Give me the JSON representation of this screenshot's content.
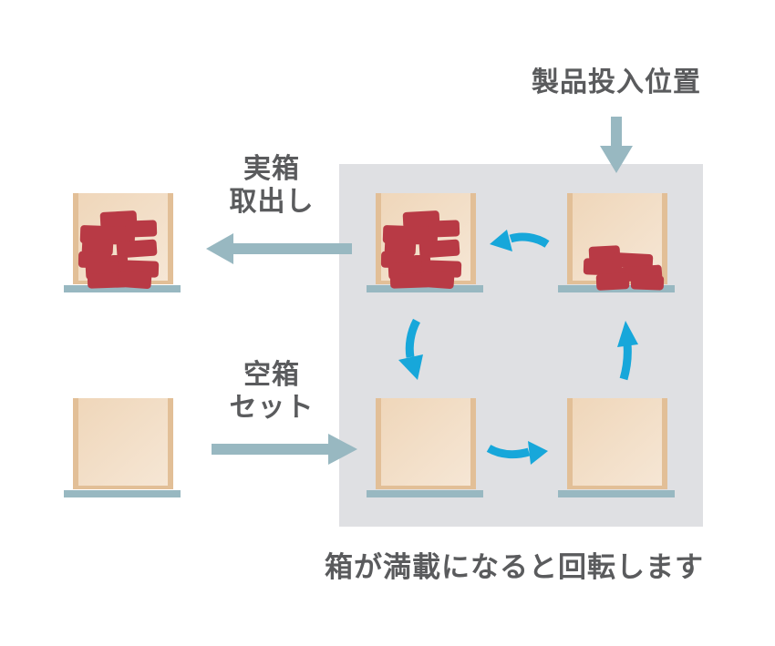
{
  "labels": {
    "product_input": "製品投入位置",
    "full_box_out_line1": "実箱",
    "full_box_out_line2": "取出し",
    "empty_box_set_line1": "空箱",
    "empty_box_set_line2": "セット",
    "caption": "箱が満載になると回転します"
  },
  "colors": {
    "panel": "#dfe0e3",
    "box_fill": "#f1dcc4",
    "box_wall": "#e2bf97",
    "platform": "#98b8c1",
    "product": "#b83a45",
    "flow_arrow": "#98b8c1",
    "rotate_arrow": "#17a7da",
    "text": "#5a5b5d"
  },
  "stations": [
    {
      "id": "outside-full",
      "state": "full"
    },
    {
      "id": "outside-empty",
      "state": "empty"
    },
    {
      "id": "rotor-top-left",
      "state": "full"
    },
    {
      "id": "rotor-top-right",
      "state": "partial"
    },
    {
      "id": "rotor-bottom-left",
      "state": "empty"
    },
    {
      "id": "rotor-bottom-right",
      "state": "empty"
    }
  ]
}
